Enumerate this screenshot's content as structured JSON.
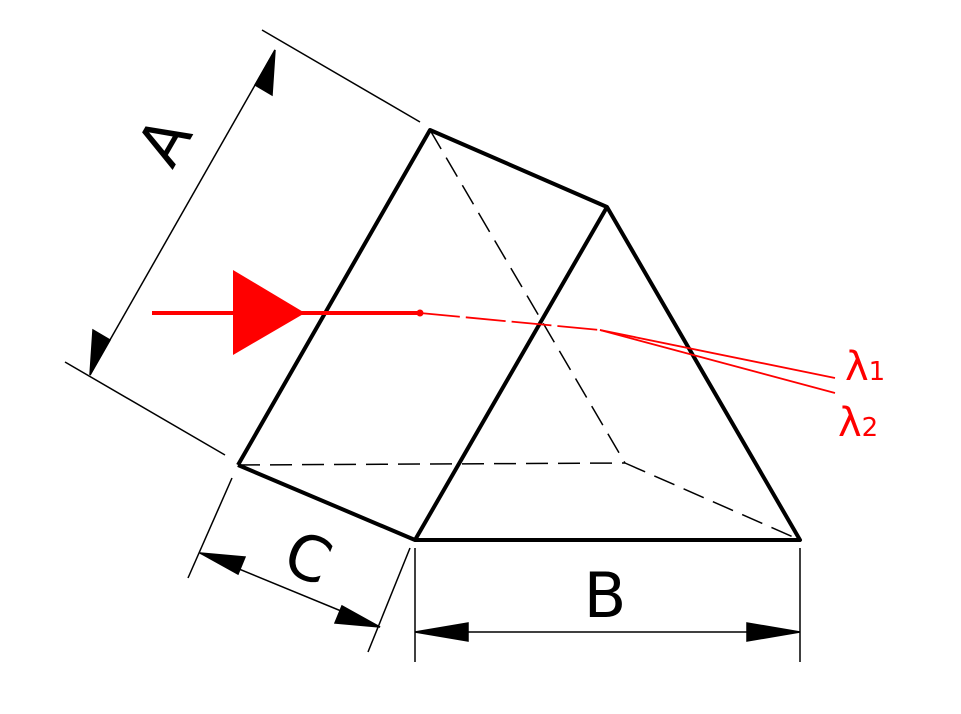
{
  "labels": {
    "a": "A",
    "b": "B",
    "c": "C",
    "lambda1": "λ",
    "lambda1_sub": "1",
    "lambda2": "λ",
    "lambda2_sub": "2"
  },
  "colors": {
    "outline": "#000000",
    "ray": "#ff0000",
    "background": "#ffffff"
  }
}
